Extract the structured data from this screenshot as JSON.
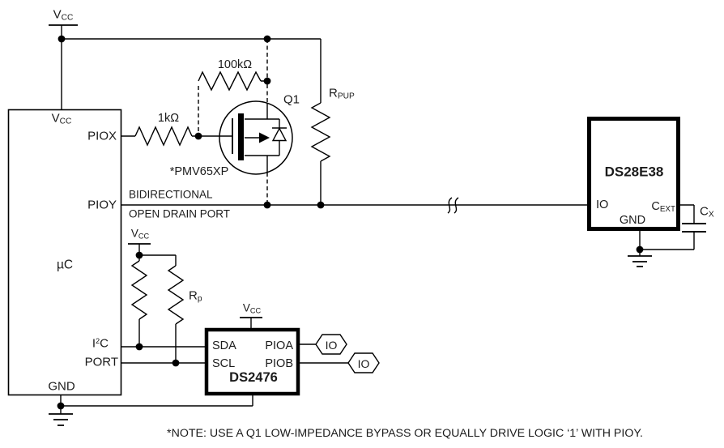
{
  "colors": {
    "ink": "#000000",
    "text": "#1b1b1b",
    "bg": "#ffffff"
  },
  "symbols": {
    "vcc": {
      "main": "V",
      "sub": "CC"
    },
    "rpup": {
      "main": "R",
      "sub": "PUP"
    },
    "rp": {
      "main": "R",
      "sub": "p"
    },
    "cext": {
      "main": "C",
      "sub": "EXT"
    },
    "cx": {
      "main": "C",
      "sub": "X"
    },
    "i2c": {
      "pre": "I",
      "sup": "2",
      "post": "C"
    }
  },
  "mcu": {
    "name": "µC",
    "pin_piox": "PIOX",
    "pin_pioy": "PIOY",
    "pin_port": "PORT",
    "pin_gnd": "GND"
  },
  "net": {
    "line1": "BIDIRECTIONAL",
    "line2": "OPEN DRAIN PORT"
  },
  "components": {
    "r1k": "1kΩ",
    "r100k": "100kΩ",
    "q1_ref": "Q1",
    "q1_part": "*PMV65XP"
  },
  "ds2476": {
    "name": "DS2476",
    "pin_sda": "SDA",
    "pin_scl": "SCL",
    "pin_pioa": "PIOA",
    "pin_piob": "PIOB",
    "io_tag": "IO"
  },
  "ds28e38": {
    "name": "DS28E38",
    "pin_io": "IO",
    "pin_gnd": "GND"
  },
  "note": "*NOTE: USE A Q1 LOW-IMPEDANCE BYPASS OR EQUALLY DRIVE LOGIC ‘1’ WITH PIOY."
}
